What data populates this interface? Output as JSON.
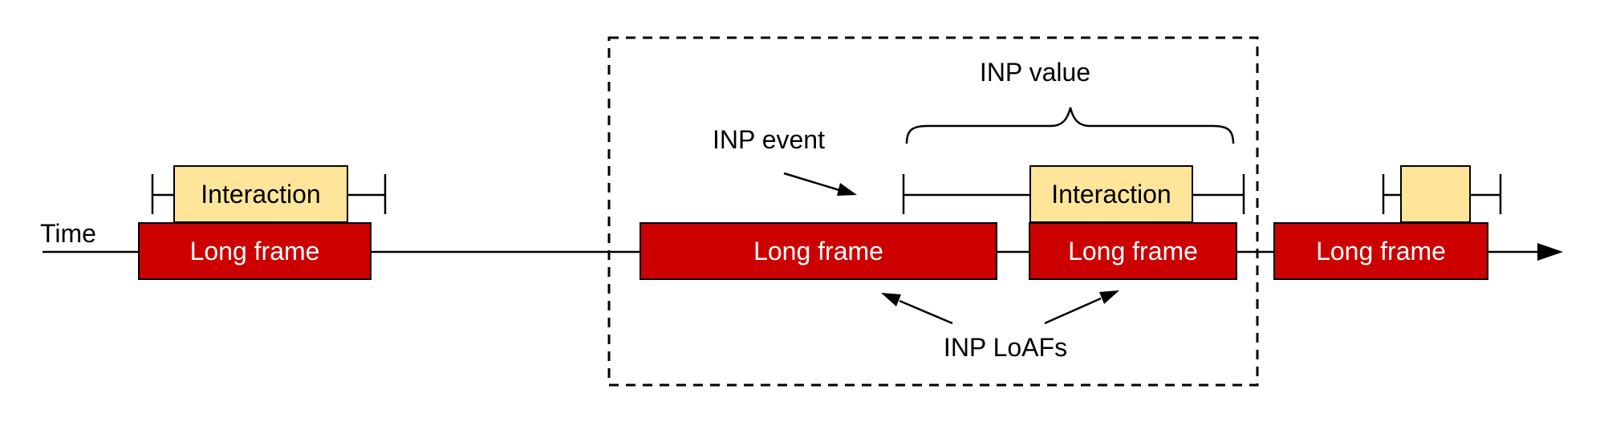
{
  "diagram": {
    "time_label": "Time",
    "inp_value_label": "INP value",
    "inp_event_label": "INP event",
    "inp_loafs_label": "INP LoAFs",
    "frames": [
      {
        "label": "Long frame"
      },
      {
        "label": "Long frame"
      },
      {
        "label": "Long frame"
      },
      {
        "label": "Long frame"
      }
    ],
    "interactions": [
      {
        "label": "Interaction"
      },
      {
        "label": "Interaction"
      },
      {
        "label": ""
      }
    ],
    "colors": {
      "long_frame_fill": "#cc0000",
      "interaction_fill": "#ffe599",
      "stroke": "#000000",
      "background": "#ffffff"
    }
  }
}
